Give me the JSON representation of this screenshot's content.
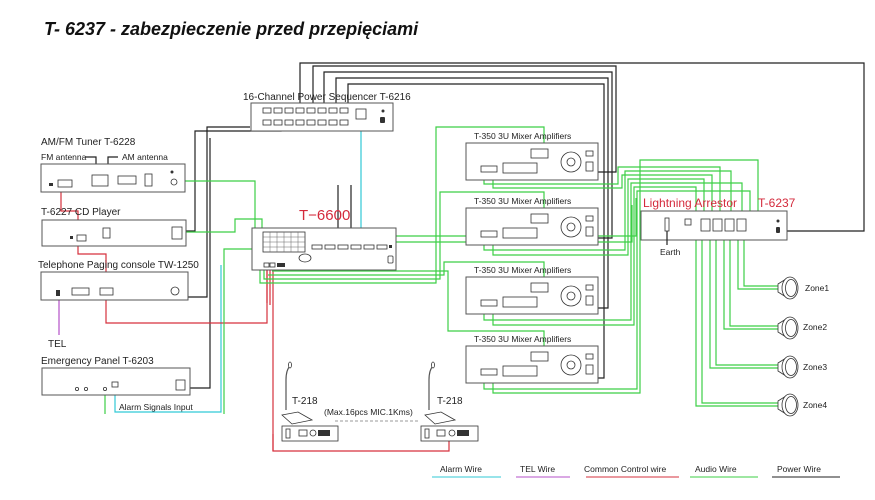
{
  "title": "T- 6237 - zabezpieczenie przed przepięciami",
  "devices": {
    "power_sequencer": "16-Channel Power Sequencer  T-6216",
    "tuner": "AM/FM Tuner   T-6228",
    "fm_antenna": "FM antenna",
    "am_antenna": "AM antenna",
    "cd_player": "T-6227 CD Player",
    "tel_console": "Telephone Paging console TW-1250",
    "tel_label": "TEL",
    "emergency_panel": "Emergency Panel T-6203",
    "alarm_input": "Alarm Signals Input",
    "matrix": "T−6600",
    "mixer_amp": "T-350 3U Mixer Amplifiers",
    "arrestor_name": "Lightning Arrestor",
    "arrestor_model": "T-6237",
    "earth": "Earth",
    "mic_left": "T-218",
    "mic_right": "T-218",
    "mic_note": "(Max.16pcs MIC.1Kms)"
  },
  "zones": [
    "Zone1",
    "Zone2",
    "Zone3",
    "Zone4"
  ],
  "legend": [
    {
      "label": "Alarm Wire",
      "color": "#31c9d6"
    },
    {
      "label": "TEL Wire",
      "color": "#b450c8"
    },
    {
      "label": "Common Control wire",
      "color": "#d6313d"
    },
    {
      "label": "Audio Wire",
      "color": "#3ccf46"
    },
    {
      "label": "Power Wire",
      "color": "#222222"
    }
  ]
}
